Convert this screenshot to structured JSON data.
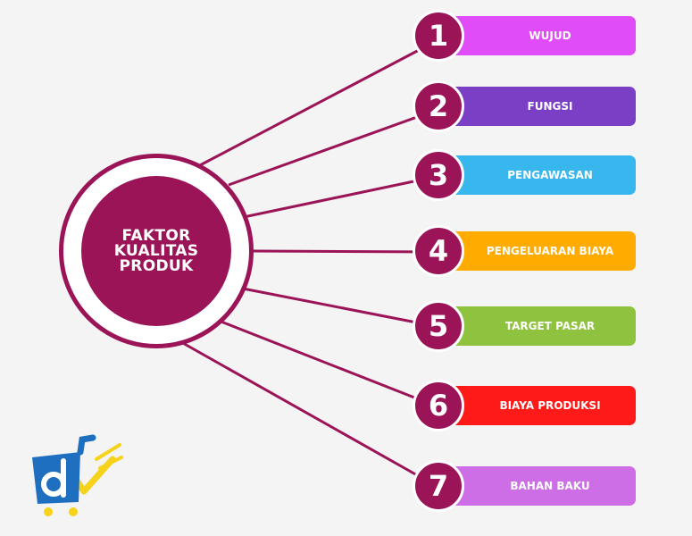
{
  "hub": {
    "lines": [
      "FAKTOR",
      "KUALITAS",
      "PRODUK"
    ],
    "color": "#9c1458"
  },
  "items": [
    {
      "number": "1",
      "label": "WUJUD",
      "color": "#e04cf7"
    },
    {
      "number": "2",
      "label": "FUNGSI",
      "color": "#7b3fc6"
    },
    {
      "number": "3",
      "label": "PENGAWASAN",
      "color": "#38b6ee"
    },
    {
      "number": "4",
      "label": "PENGELUARAN BIAYA",
      "color": "#ffab00"
    },
    {
      "number": "5",
      "label": "TARGET PASAR",
      "color": "#8fc23e"
    },
    {
      "number": "6",
      "label": "BIAYA PRODUKSI",
      "color": "#ff1a1a"
    },
    {
      "number": "7",
      "label": "BAHAN BAKU",
      "color": "#cd6ee6"
    }
  ],
  "logo": {
    "icon": "shopping-cart-d-logo",
    "colors": {
      "cart": "#1f6fc0",
      "check": "#f6d21a",
      "letter": "#ffffff"
    }
  }
}
